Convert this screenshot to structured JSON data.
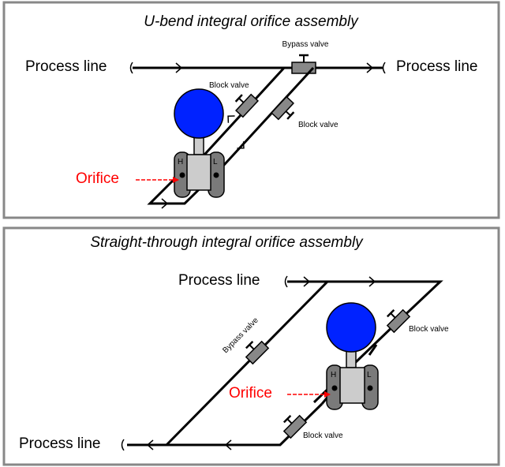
{
  "colors": {
    "frame": "#888888",
    "line": "#000000",
    "valve": "#888888",
    "gauge": "#0022ff",
    "body": "#cccccc",
    "flange": "#7a7a7a",
    "orifice_label": "#ff0000"
  },
  "panel_top": {
    "title": "U-bend integral orifice assembly",
    "process_line_left": "Process line",
    "process_line_right": "Process line",
    "bypass_valve": "Bypass valve",
    "block_valve_upper": "Block valve",
    "block_valve_lower": "Block valve",
    "orifice": "Orifice",
    "port_h": "H",
    "port_l": "L"
  },
  "panel_bottom": {
    "title": "Straight-through integral orifice assembly",
    "process_line_top": "Process line",
    "process_line_bottom": "Process line",
    "bypass_valve": "Bypass valve",
    "block_valve_upper": "Block valve",
    "block_valve_lower": "Block valve",
    "orifice": "Orifice",
    "port_h": "H",
    "port_l": "L"
  }
}
